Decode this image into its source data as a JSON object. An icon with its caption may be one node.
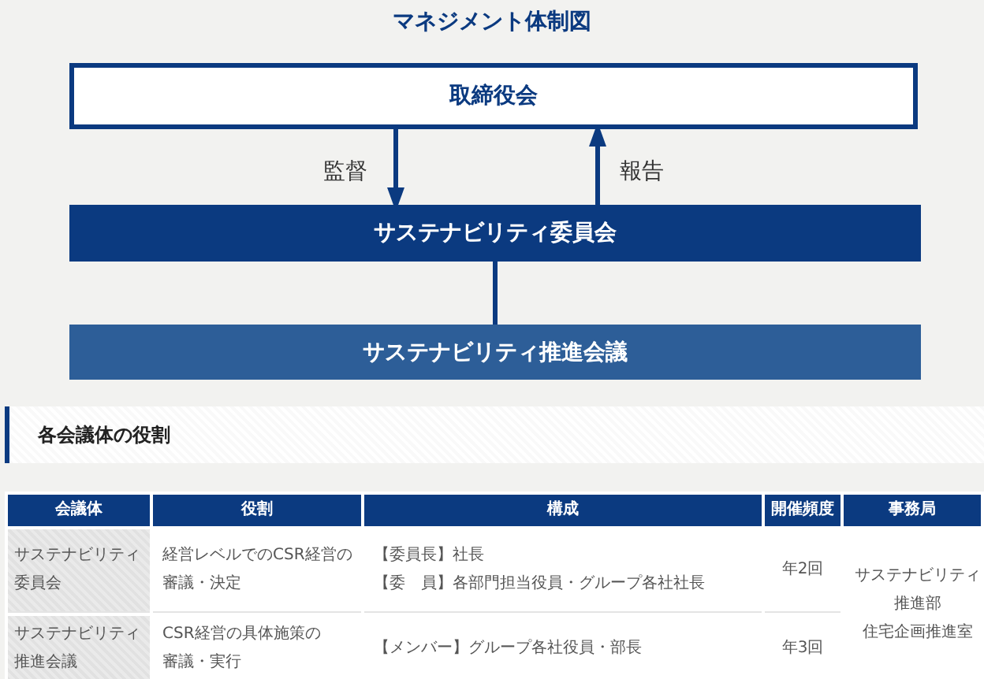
{
  "diagram": {
    "title": "マネジメント体制図",
    "nodes": [
      {
        "text": [
          "取締役会"
        ]
      },
      {
        "text": [
          "サステナビリティ委員会"
        ]
      },
      {
        "text": [
          "サステナビリティ推進会議"
        ]
      }
    ],
    "edges": [
      {
        "from": 0,
        "to": 1,
        "arrow": "to",
        "label": "監督"
      },
      {
        "from": 1,
        "to": 0,
        "arrow": "to",
        "label": "報告"
      },
      {
        "from": 1,
        "to": 2,
        "arrow": "none"
      }
    ],
    "labels": [
      "各会議体の役割",
      "会議体",
      "役割",
      "構成",
      "開催頻度",
      "事務局",
      "サステナビリティ委員会",
      "経営レベルでのCSR経営の審議・決定",
      "【委員長】社長",
      "【委　員】各部門担当役員・グループ各社社長",
      "年2回",
      "サステナビリティ推進部",
      "住宅企画推進室",
      "サステナビリティ推進会議",
      "CSR経営の具体施策の審議・実行",
      "【メンバー】グループ各社役員・部長",
      "年3回"
    ]
  }
}
